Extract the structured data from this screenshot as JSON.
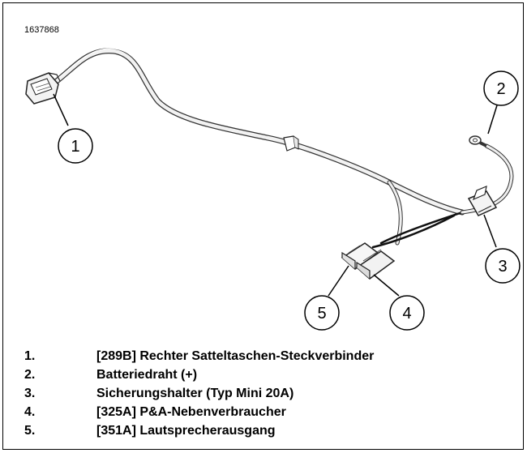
{
  "figure_id": "1637868",
  "callouts": [
    "1",
    "2",
    "3",
    "4",
    "5"
  ],
  "legend": [
    {
      "num": "1.",
      "text": "[289B] Rechter Satteltaschen-Steckverbinder"
    },
    {
      "num": "2.",
      "text": "Batteriedraht (+)"
    },
    {
      "num": "3.",
      "text": "Sicherungshalter (Typ Mini 20A)"
    },
    {
      "num": "4.",
      "text": "[325A] P&A-Nebenverbraucher"
    },
    {
      "num": "5.",
      "text": "[351A] Lautsprecherausgang"
    }
  ]
}
